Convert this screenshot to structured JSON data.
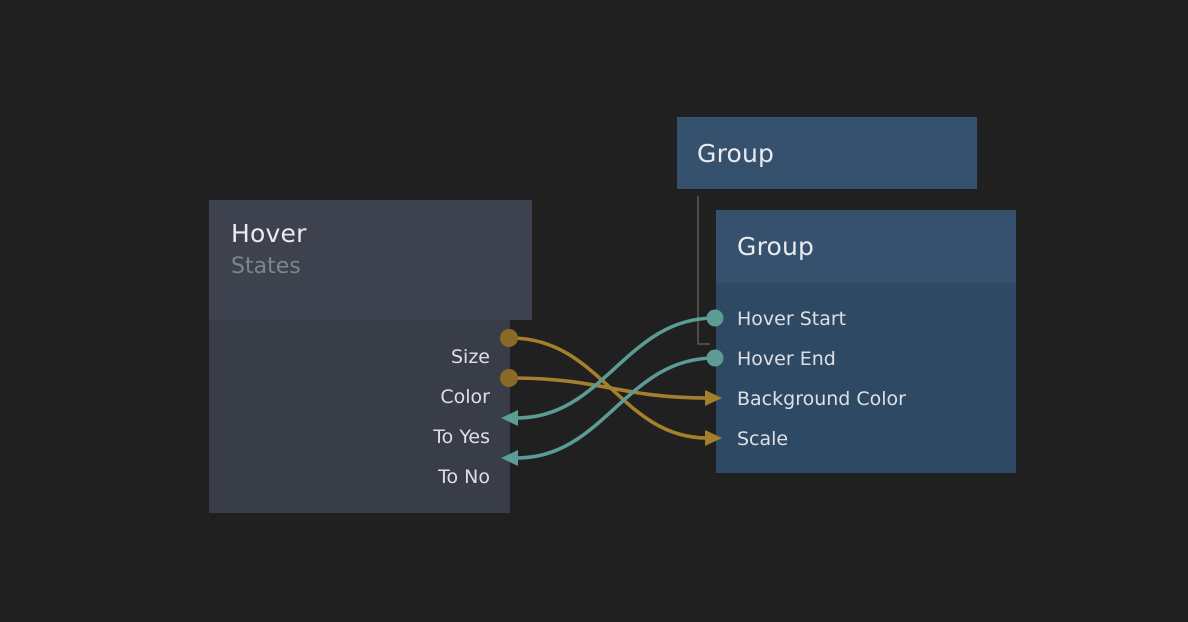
{
  "colors": {
    "bg": "#202020",
    "teal": "#5d9b95",
    "orange": "#a5802c",
    "orange-dot": "#8a6a26",
    "node-dark-header": "#3d424e",
    "node-dark-body": "#383d48",
    "node-blue-header": "#35516e",
    "node-blue-body": "#2e4963",
    "title-text": "#e9ebee",
    "subtitle-text": "#7f838c",
    "port-text": "#dce0e4",
    "hierarchy-line": "#4b4b4b"
  },
  "nodes": {
    "hover": {
      "title": "Hover",
      "subtitle": "States",
      "ports": [
        {
          "label": "Size",
          "direction": "output",
          "color": "#8a6a26"
        },
        {
          "label": "Color",
          "direction": "output",
          "color": "#8a6a26"
        },
        {
          "label": "To Yes",
          "direction": "input",
          "color": "#5d9b95"
        },
        {
          "label": "To No",
          "direction": "input",
          "color": "#5d9b95"
        }
      ]
    },
    "group_top": {
      "title": "Group"
    },
    "group": {
      "title": "Group",
      "ports": [
        {
          "label": "Hover Start",
          "direction": "output",
          "color": "#5d9b95"
        },
        {
          "label": "Hover End",
          "direction": "output",
          "color": "#5d9b95"
        },
        {
          "label": "Background Color",
          "direction": "input",
          "color": "#a5802c"
        },
        {
          "label": "Scale",
          "direction": "input",
          "color": "#a5802c"
        }
      ]
    }
  },
  "edges": [
    {
      "from": "Hover / Size",
      "to": "Group / Scale",
      "color": "#a5802c"
    },
    {
      "from": "Hover / Color",
      "to": "Group / Background Color",
      "color": "#a5802c"
    },
    {
      "from": "Group / Hover Start",
      "to": "Hover / To Yes",
      "color": "#5d9b95"
    },
    {
      "from": "Group / Hover End",
      "to": "Hover / To No",
      "color": "#5d9b95"
    }
  ],
  "hierarchy": {
    "parent": "Group",
    "child": "Group"
  }
}
